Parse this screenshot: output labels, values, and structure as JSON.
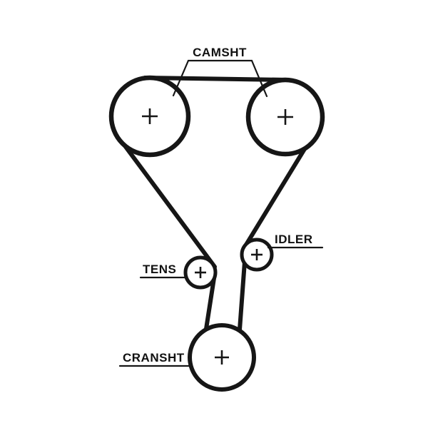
{
  "page": {
    "background_color": "#ffffff",
    "line_color": "#161616"
  },
  "diagram": {
    "type": "timing-belt-routing",
    "labels": {
      "camshaft": "CAMSHT",
      "idler": "IDLER",
      "tensioner": "TENS",
      "crankshaft": "CRANSHT"
    },
    "pulleys": [
      {
        "id": "camshaft-left",
        "label": "CAMSHT",
        "center_mark": "+"
      },
      {
        "id": "camshaft-right",
        "label": "CAMSHT",
        "center_mark": "+"
      },
      {
        "id": "idler",
        "label": "IDLER",
        "center_mark": "+"
      },
      {
        "id": "tensioner",
        "label": "TENS",
        "center_mark": "+"
      },
      {
        "id": "crankshaft",
        "label": "CRANSHT",
        "center_mark": "+"
      }
    ]
  }
}
